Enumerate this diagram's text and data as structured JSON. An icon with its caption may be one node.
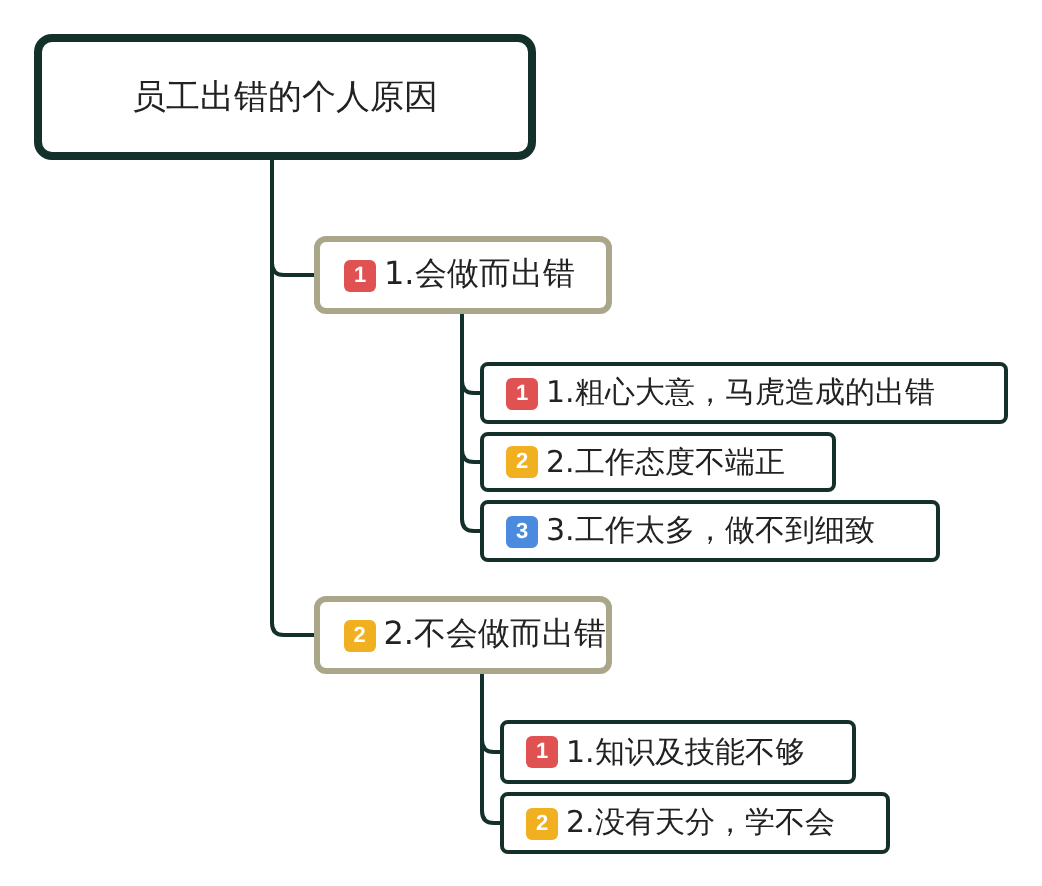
{
  "diagram": {
    "nodes": [
      {
        "text": [
          "员工出错的个人原因"
        ]
      },
      {
        "text": [
          "1",
          "1.会做而出错"
        ]
      },
      {
        "text": [
          "1",
          "1.粗心大意，马虎造成的出错"
        ]
      },
      {
        "text": [
          "2",
          "2.工作态度不端正"
        ]
      },
      {
        "text": [
          "3",
          "3.工作太多，做不到细致"
        ]
      },
      {
        "text": [
          "2",
          "2.不会做而出错"
        ]
      },
      {
        "text": [
          "1",
          "1.知识及技能不够"
        ]
      },
      {
        "text": [
          "2",
          "2.没有天分，学不会"
        ]
      }
    ],
    "edges": [
      {
        "from": 0,
        "to": 1,
        "arrow": "none"
      },
      {
        "from": 1,
        "to": 2,
        "arrow": "none"
      },
      {
        "from": 1,
        "to": 3,
        "arrow": "none"
      },
      {
        "from": 1,
        "to": 4,
        "arrow": "none"
      },
      {
        "from": 0,
        "to": 5,
        "arrow": "none"
      },
      {
        "from": 5,
        "to": 6,
        "arrow": "none"
      },
      {
        "from": 5,
        "to": 7,
        "arrow": "none"
      }
    ]
  }
}
